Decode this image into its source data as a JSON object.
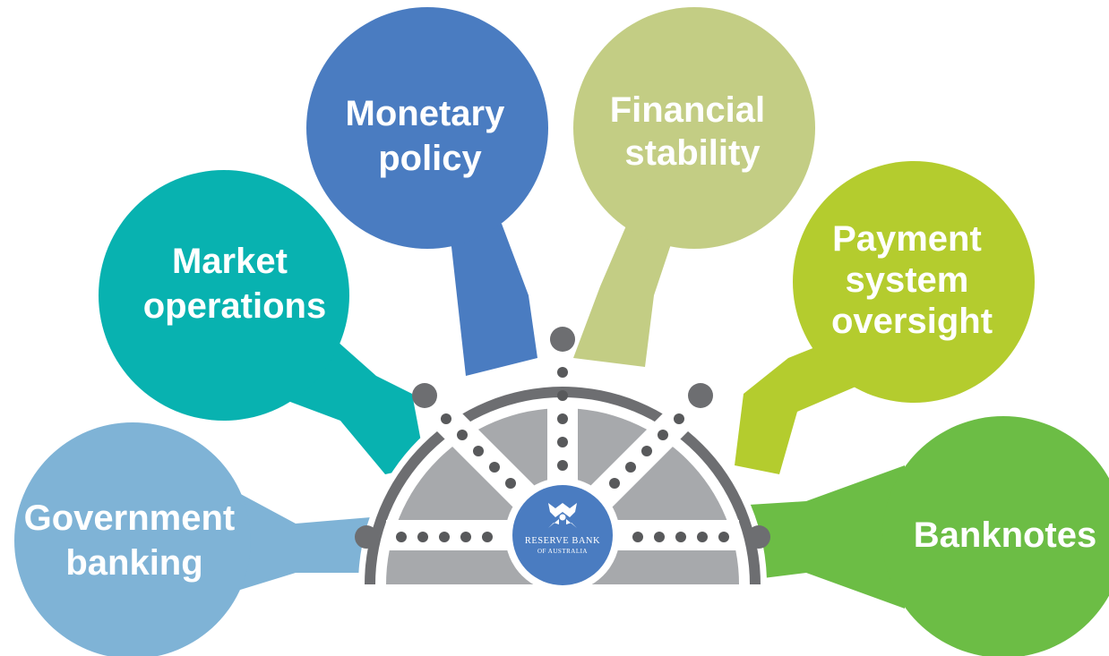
{
  "colors": {
    "government_banking": "#7fb3d6",
    "market_operations": "#08b2b0",
    "monetary_policy": "#4a7cc1",
    "financial_stability": "#c3cd84",
    "payment_system_oversight": "#b4cc2e",
    "banknotes": "#6cbd45",
    "wheel_rim": "#6d6e71",
    "wheel_panel": "#a7a9ac",
    "logo_disc": "#4a7cc1"
  },
  "bubbles": {
    "government_banking": {
      "line1": "Government",
      "line2": "banking"
    },
    "market_operations": {
      "line1": "Market",
      "line2": "operations"
    },
    "monetary_policy": {
      "line1": "Monetary",
      "line2": "policy"
    },
    "financial_stability": {
      "line1": "Financial",
      "line2": "stability"
    },
    "payment_system_oversight": {
      "line1": "Payment",
      "line2": "system",
      "line3": "oversight"
    },
    "banknotes": {
      "line1": "Banknotes"
    }
  },
  "logo": {
    "icon": "rba-emblem-icon",
    "line1": "RESERVE BANK",
    "line2": "OF AUSTRALIA"
  }
}
